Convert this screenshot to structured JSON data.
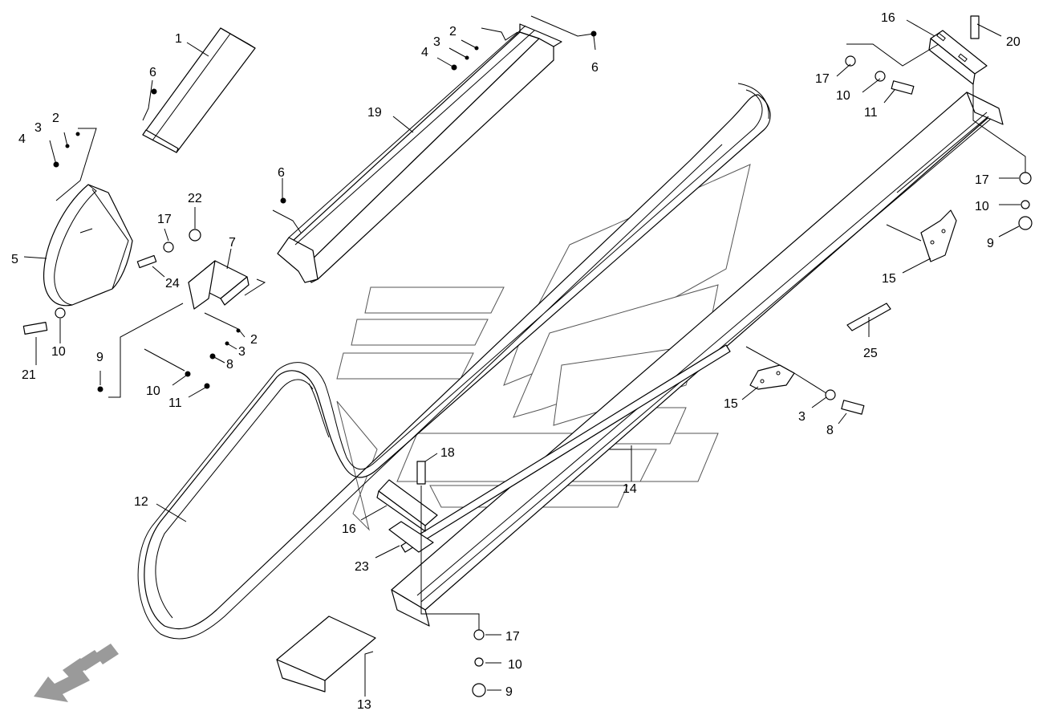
{
  "callouts": [
    {
      "id": "c1",
      "text": "1"
    },
    {
      "id": "c2a",
      "text": "2"
    },
    {
      "id": "c3a",
      "text": "3"
    },
    {
      "id": "c4a",
      "text": "4"
    },
    {
      "id": "c6a",
      "text": "6"
    },
    {
      "id": "c5",
      "text": "5"
    },
    {
      "id": "c17a",
      "text": "17"
    },
    {
      "id": "c22",
      "text": "22"
    },
    {
      "id": "c24",
      "text": "24"
    },
    {
      "id": "c7",
      "text": "7"
    },
    {
      "id": "c21",
      "text": "21"
    },
    {
      "id": "c10a",
      "text": "10"
    },
    {
      "id": "c9a",
      "text": "9"
    },
    {
      "id": "c2b",
      "text": "2"
    },
    {
      "id": "c3b",
      "text": "3"
    },
    {
      "id": "c8a",
      "text": "8"
    },
    {
      "id": "c10b",
      "text": "10"
    },
    {
      "id": "c11a",
      "text": "11"
    },
    {
      "id": "c2c",
      "text": "2"
    },
    {
      "id": "c3c",
      "text": "3"
    },
    {
      "id": "c4b",
      "text": "4"
    },
    {
      "id": "c6b",
      "text": "6"
    },
    {
      "id": "c19",
      "text": "19"
    },
    {
      "id": "c6c",
      "text": "6"
    },
    {
      "id": "c16a",
      "text": "16"
    },
    {
      "id": "c20",
      "text": "20"
    },
    {
      "id": "c17b",
      "text": "17"
    },
    {
      "id": "c10c",
      "text": "10"
    },
    {
      "id": "c11b",
      "text": "11"
    },
    {
      "id": "c17c",
      "text": "17"
    },
    {
      "id": "c10d",
      "text": "10"
    },
    {
      "id": "c9b",
      "text": "9"
    },
    {
      "id": "c15a",
      "text": "15"
    },
    {
      "id": "c25",
      "text": "25"
    },
    {
      "id": "c15b",
      "text": "15"
    },
    {
      "id": "c3d",
      "text": "3"
    },
    {
      "id": "c8b",
      "text": "8"
    },
    {
      "id": "c18",
      "text": "18"
    },
    {
      "id": "c14",
      "text": "14"
    },
    {
      "id": "c12",
      "text": "12"
    },
    {
      "id": "c16b",
      "text": "16"
    },
    {
      "id": "c23",
      "text": "23"
    },
    {
      "id": "c17d",
      "text": "17"
    },
    {
      "id": "c10e",
      "text": "10"
    },
    {
      "id": "c9c",
      "text": "9"
    },
    {
      "id": "c13",
      "text": "13"
    }
  ]
}
